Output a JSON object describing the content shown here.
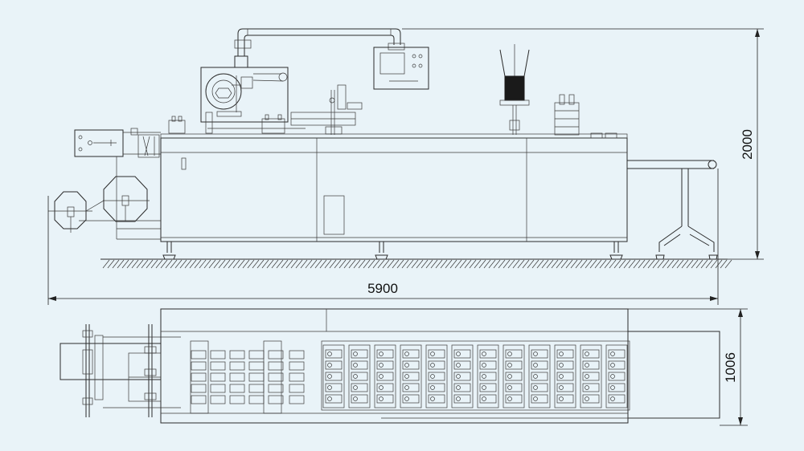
{
  "dimensions": {
    "length": "5900",
    "height": "2000",
    "width": "1006"
  },
  "colors": {
    "background": "#e9f3f8",
    "line": "#2b2b2b",
    "dark_block": "#1a1a1a"
  }
}
